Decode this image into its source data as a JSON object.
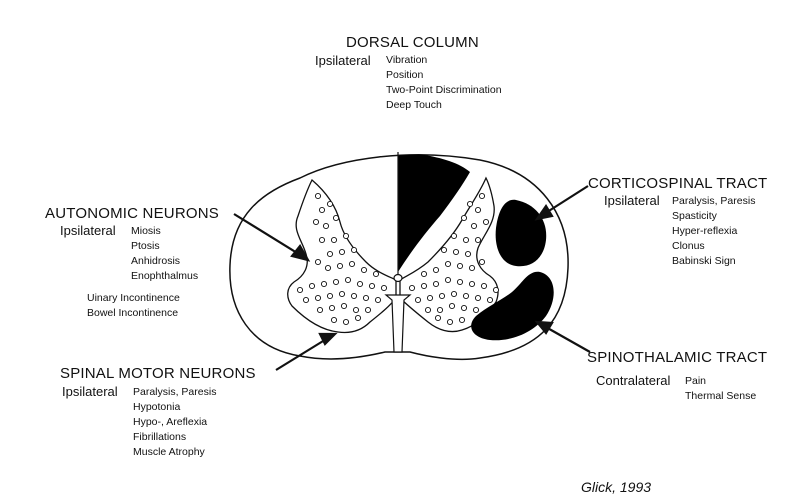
{
  "dorsal_column": {
    "title": "DORSAL COLUMN",
    "side": "Ipsilateral",
    "deficits": [
      "Vibration",
      "Position",
      "Two-Point Discrimination",
      "Deep Touch"
    ]
  },
  "autonomic_neurons": {
    "title": "AUTONOMIC NEURONS",
    "side": "Ipsilateral",
    "deficits": [
      "Miosis",
      "Ptosis",
      "Anhidrosis",
      "Enophthalmus"
    ],
    "extra": [
      "Uinary Incontinence",
      "Bowel Incontinence"
    ]
  },
  "corticospinal_tract": {
    "title": "CORTICOSPINAL TRACT",
    "side": "Ipsilateral",
    "deficits": [
      "Paralysis, Paresis",
      "Spasticity",
      "Hyper-reflexia",
      "Clonus",
      "Babinski Sign"
    ]
  },
  "spinothalamic_tract": {
    "title": "SPINOTHALAMIC TRACT",
    "side": "Contralateral",
    "deficits": [
      "Pain",
      "Thermal Sense"
    ]
  },
  "spinal_motor_neurons": {
    "title": "SPINAL MOTOR NEURONS",
    "side": "Ipsilateral",
    "deficits": [
      "Paralysis, Paresis",
      "Hypotonia",
      "Hypo-, Areflexia",
      "Fibrillations",
      "Muscle Atrophy"
    ]
  },
  "citation": "Glick, 1993",
  "colors": {
    "lesion_fill": "#000000",
    "outline": "#111111",
    "background": "#ffffff"
  }
}
